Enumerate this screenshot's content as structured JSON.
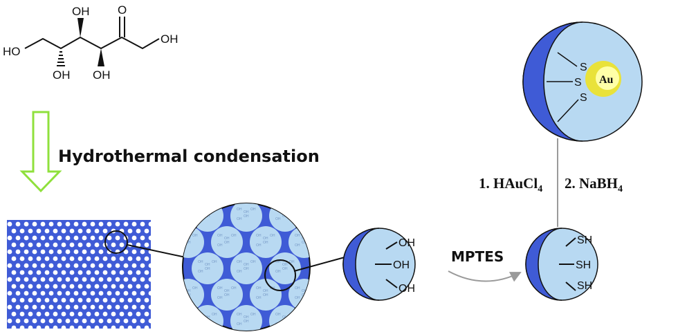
{
  "colors": {
    "dark_blue": "#3f5bd6",
    "light_blue": "#b8d9f2",
    "arrow_green": "#8fe03c",
    "gold": "#e9e23a",
    "gold_core": "#ffffa8"
  },
  "molecule": {
    "oh_labels": [
      "HO",
      "OH",
      "OH",
      "OH",
      "OH"
    ],
    "ketone_o": "O"
  },
  "step1_label": "Hydrothermal condensation",
  "particle_groups": {
    "hydroxyl": [
      "OH",
      "OH",
      "OH"
    ],
    "thiol": [
      "SH",
      "SH",
      "SH"
    ],
    "sulfur": [
      "S",
      "S",
      "S"
    ],
    "gold": "Au"
  },
  "mptes_label": "MPTES",
  "reagents": {
    "step_a": "1. HAuCl",
    "step_a_sub": "4",
    "step_b": "2. NaBH",
    "step_b_sub": "4"
  },
  "pore_text": "OH"
}
